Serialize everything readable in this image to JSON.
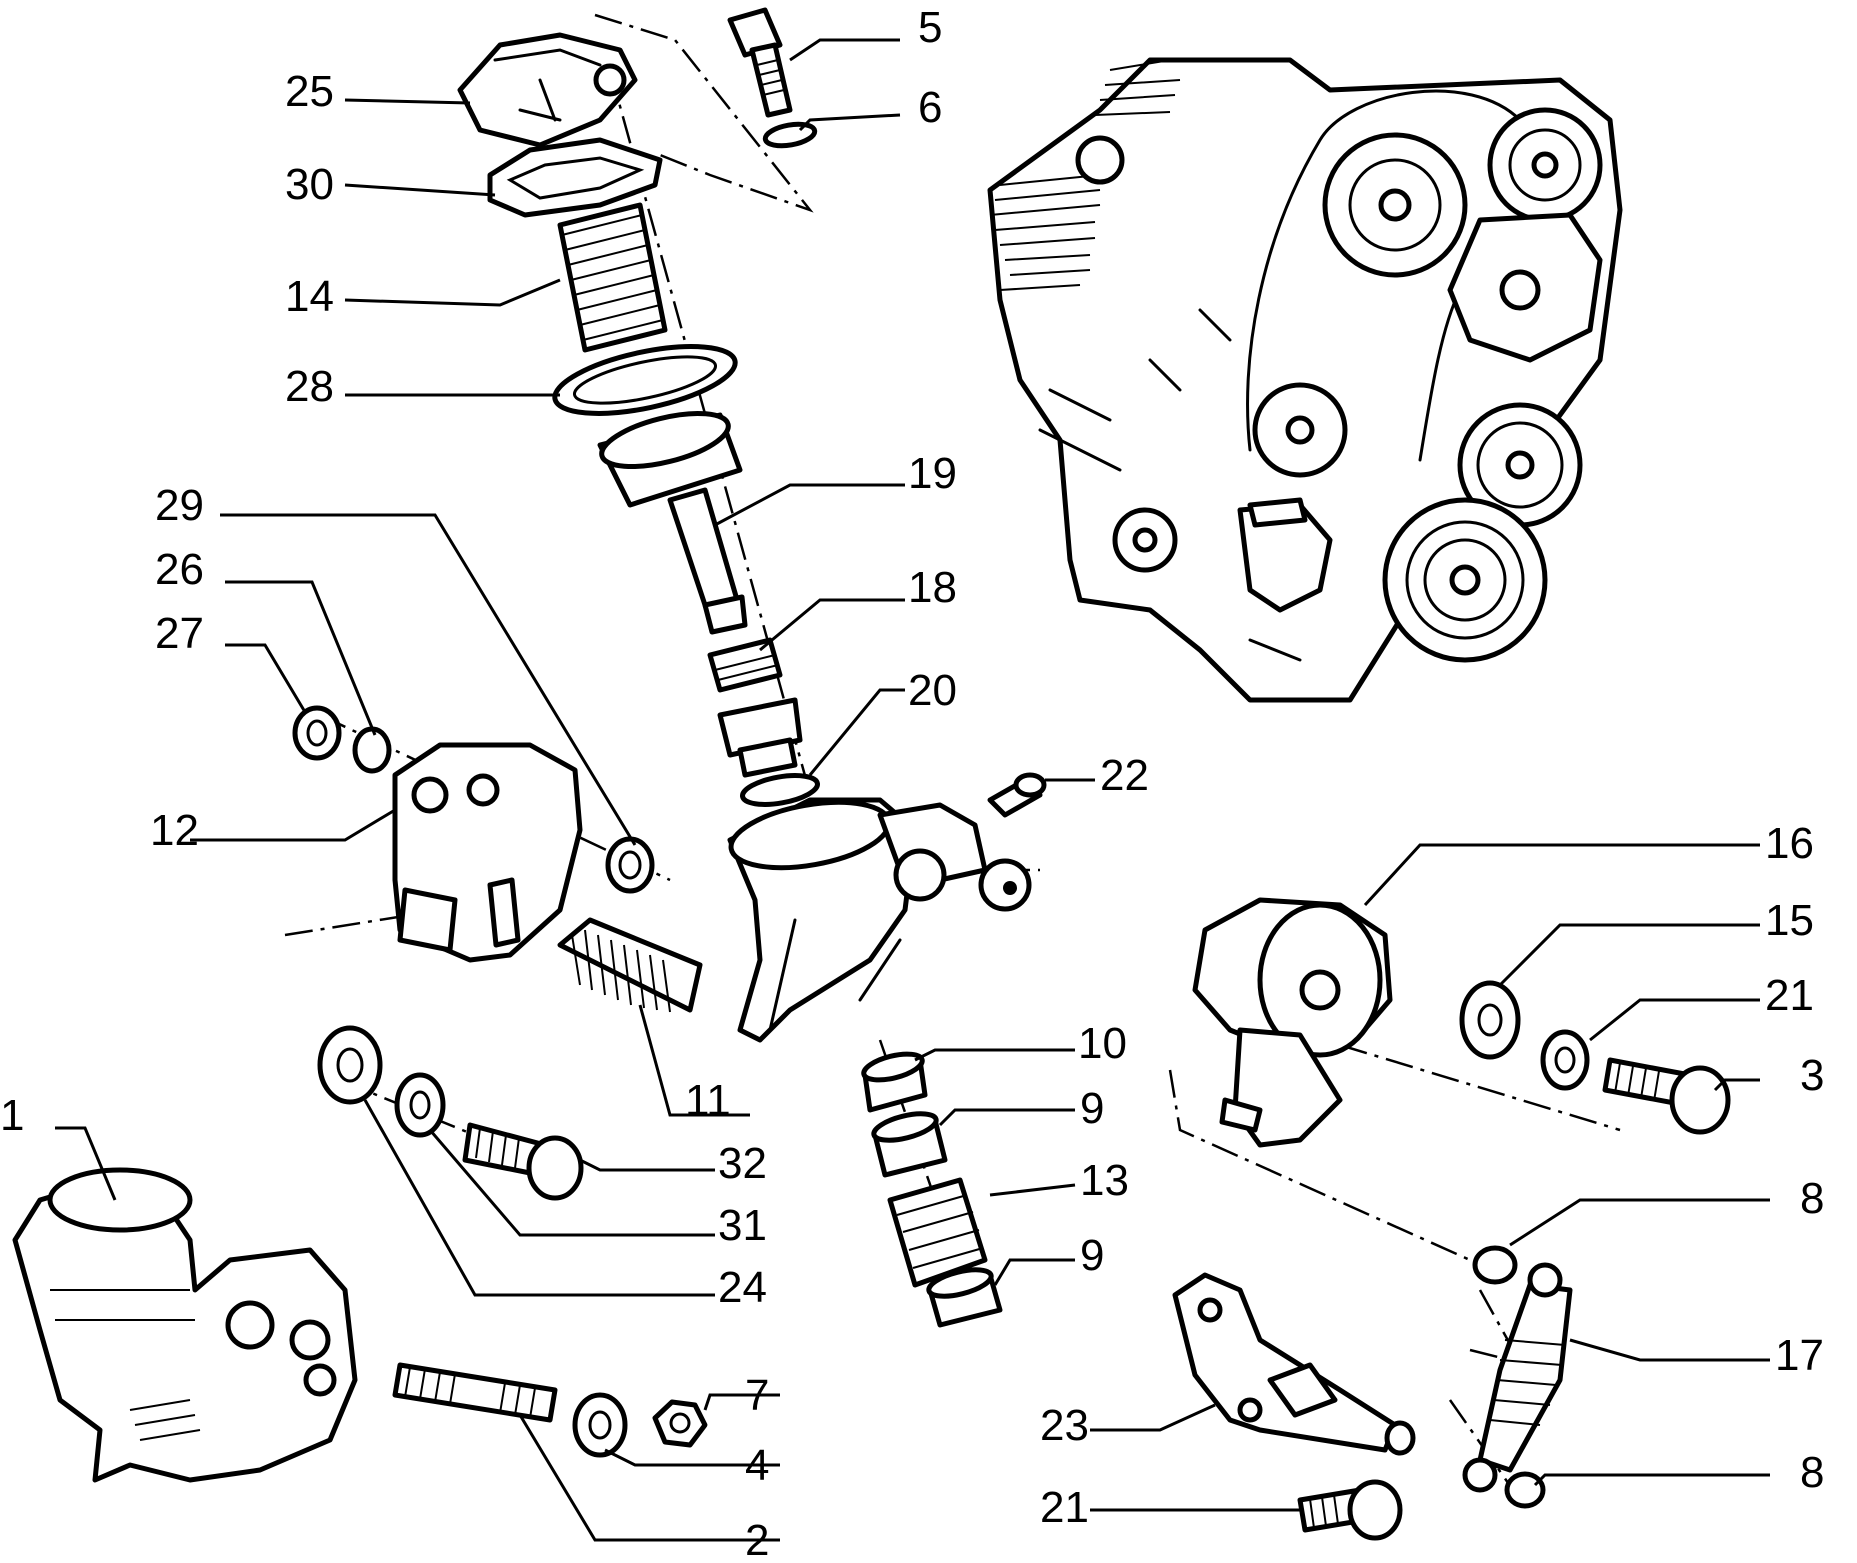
{
  "diagram": {
    "callouts": [
      {
        "id": "c25",
        "label": "25"
      },
      {
        "id": "c30",
        "label": "30"
      },
      {
        "id": "c14",
        "label": "14"
      },
      {
        "id": "c28",
        "label": "28"
      },
      {
        "id": "c5",
        "label": "5"
      },
      {
        "id": "c6",
        "label": "6"
      },
      {
        "id": "c19",
        "label": "19"
      },
      {
        "id": "c29",
        "label": "29"
      },
      {
        "id": "c26",
        "label": "26"
      },
      {
        "id": "c27",
        "label": "27"
      },
      {
        "id": "c18",
        "label": "18"
      },
      {
        "id": "c20",
        "label": "20"
      },
      {
        "id": "c22",
        "label": "22"
      },
      {
        "id": "c12",
        "label": "12"
      },
      {
        "id": "c16",
        "label": "16"
      },
      {
        "id": "c15",
        "label": "15"
      },
      {
        "id": "c21a",
        "label": "21"
      },
      {
        "id": "c3",
        "label": "3"
      },
      {
        "id": "c10",
        "label": "10"
      },
      {
        "id": "c11",
        "label": "11"
      },
      {
        "id": "c9a",
        "label": "9"
      },
      {
        "id": "c32",
        "label": "32"
      },
      {
        "id": "c13",
        "label": "13"
      },
      {
        "id": "c1",
        "label": "1"
      },
      {
        "id": "c31",
        "label": "31"
      },
      {
        "id": "c8a",
        "label": "8"
      },
      {
        "id": "c9b",
        "label": "9"
      },
      {
        "id": "c24",
        "label": "24"
      },
      {
        "id": "c17",
        "label": "17"
      },
      {
        "id": "c7",
        "label": "7"
      },
      {
        "id": "c23",
        "label": "23"
      },
      {
        "id": "c4",
        "label": "4"
      },
      {
        "id": "c8b",
        "label": "8"
      },
      {
        "id": "c21b",
        "label": "21"
      },
      {
        "id": "c2",
        "label": "2"
      }
    ]
  }
}
